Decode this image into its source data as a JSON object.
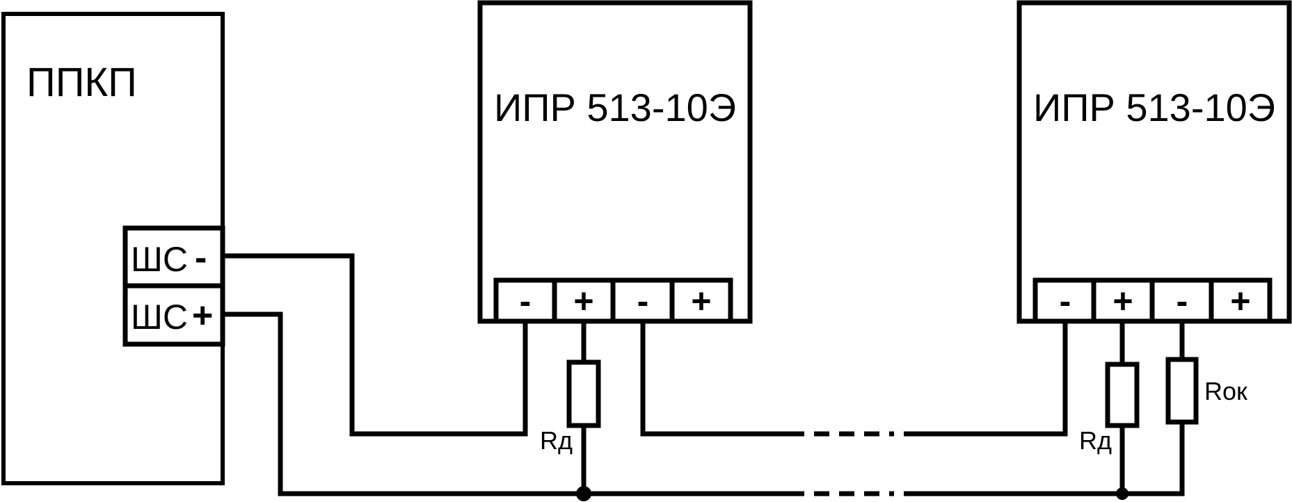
{
  "panel": {
    "title": "ППКП",
    "terminals": [
      {
        "label": "ШС",
        "sign": "-"
      },
      {
        "label": "ШС",
        "sign": "+"
      }
    ]
  },
  "devices": [
    {
      "title": "ИПР 513-10Э",
      "terminals": [
        "-",
        "+",
        "-",
        "+"
      ]
    },
    {
      "title": "ИПР 513-10Э",
      "terminals": [
        "-",
        "+",
        "-",
        "+"
      ]
    }
  ],
  "resistors": {
    "rd1": "Rд",
    "rd2": "Rд",
    "rok": "Rок"
  },
  "colors": {
    "line": "#000000",
    "background": "#ffffff"
  }
}
